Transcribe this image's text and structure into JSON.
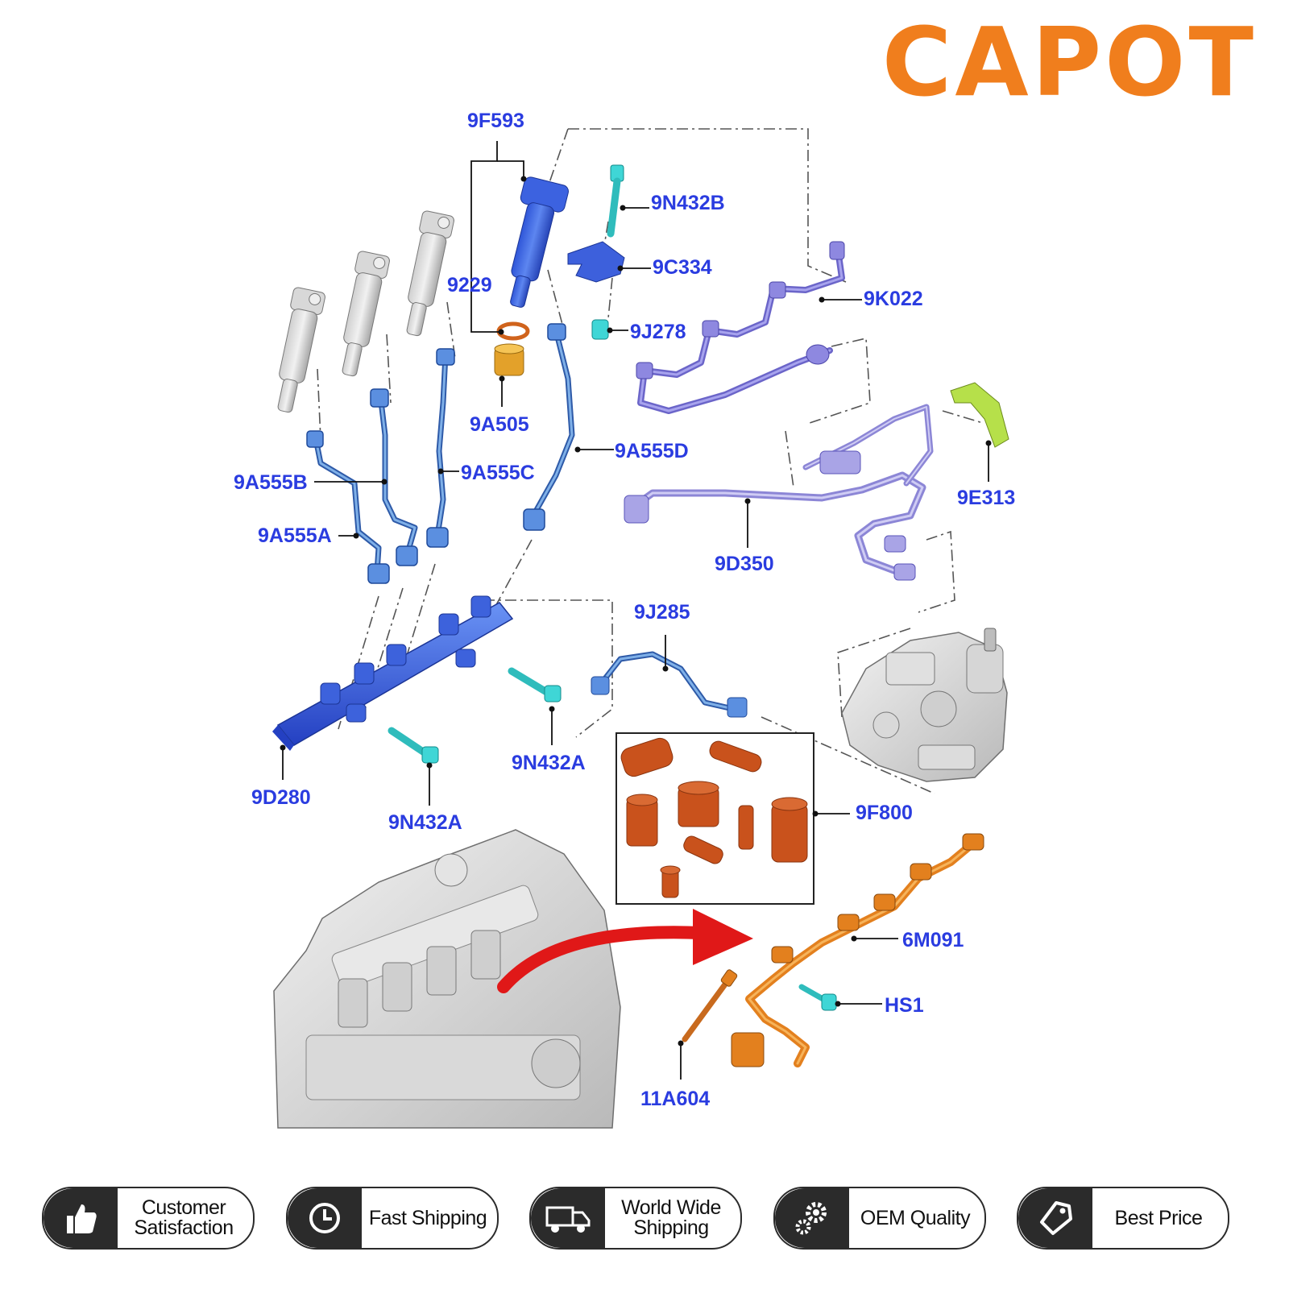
{
  "brand": {
    "logo_text": "CAPOT",
    "color": "#f07e1d"
  },
  "labels": {
    "l9F593": "9F593",
    "l9N432B": "9N432B",
    "l9C334": "9C334",
    "l9229": "9229",
    "l9K022": "9K022",
    "l9J278": "9J278",
    "l9A505": "9A505",
    "l9A555D": "9A555D",
    "l9A555C": "9A555C",
    "l9A555B": "9A555B",
    "l9E313": "9E313",
    "l9A555A": "9A555A",
    "l9D350": "9D350",
    "l9J285": "9J285",
    "l9N432A_mid": "9N432A",
    "l9F800": "9F800",
    "l9D280": "9D280",
    "l9N432A_low": "9N432A",
    "l6M091": "6M091",
    "lHS1": "HS1",
    "l11A604": "11A604"
  },
  "label_color": "#2a3ce0",
  "badges": [
    {
      "icon": "thumbs-up-icon",
      "text": "Customer\nSatisfaction"
    },
    {
      "icon": "clock-icon",
      "text": "Fast Shipping"
    },
    {
      "icon": "truck-icon",
      "text": "World Wide\nShipping"
    },
    {
      "icon": "gears-icon",
      "text": "OEM Quality"
    },
    {
      "icon": "price-tag-icon",
      "text": "Best Price"
    }
  ]
}
